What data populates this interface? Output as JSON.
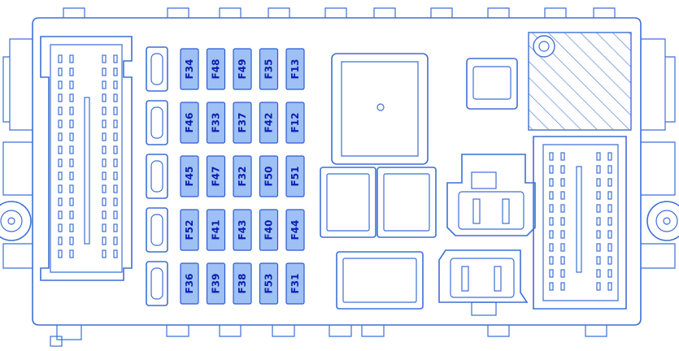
{
  "fuse_box": {
    "line_color": "#3d6fd6",
    "fuse_fill": "#9ec0f5",
    "label_color": "#0a1fb0",
    "fuse_columns": [
      [
        "F34",
        "F46",
        "F45",
        "F52",
        "F36"
      ],
      [
        "F48",
        "F33",
        "F47",
        "F41",
        "F39"
      ],
      [
        "F49",
        "F37",
        "F32",
        "F43",
        "F38"
      ],
      [
        "F35",
        "F42",
        "F50",
        "F40",
        "F53"
      ],
      [
        "F13",
        "F12",
        "F51",
        "F44",
        "F31"
      ]
    ]
  }
}
